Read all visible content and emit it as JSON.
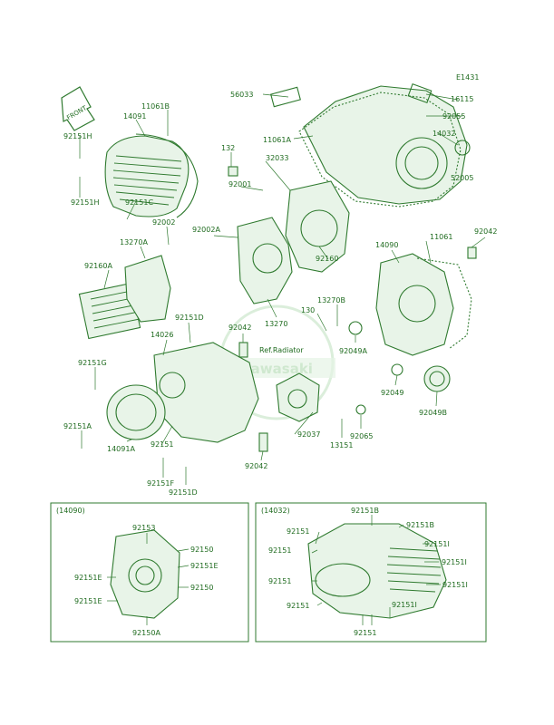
{
  "diagram": {
    "code": "E1431",
    "front_label": "FRONT",
    "ref_label": "Ref.Radiator",
    "watermark_brand": "Kawasaki"
  },
  "labels": [
    {
      "id": "l01",
      "text": "56033"
    },
    {
      "id": "l02",
      "text": "16115"
    },
    {
      "id": "l03",
      "text": "92055"
    },
    {
      "id": "l04",
      "text": "11061B"
    },
    {
      "id": "l05",
      "text": "14091"
    },
    {
      "id": "l06",
      "text": "11061A"
    },
    {
      "id": "l07",
      "text": "14032"
    },
    {
      "id": "l08",
      "text": "92151H"
    },
    {
      "id": "l09",
      "text": "132"
    },
    {
      "id": "l10",
      "text": "32033"
    },
    {
      "id": "l11",
      "text": "52005"
    },
    {
      "id": "l12",
      "text": "92001"
    },
    {
      "id": "l13",
      "text": "92151H"
    },
    {
      "id": "l14",
      "text": "92151C"
    },
    {
      "id": "l15",
      "text": "92002"
    },
    {
      "id": "l16",
      "text": "92002A"
    },
    {
      "id": "l17",
      "text": "92042"
    },
    {
      "id": "l18",
      "text": "13270A"
    },
    {
      "id": "l19",
      "text": "14090"
    },
    {
      "id": "l20",
      "text": "11061"
    },
    {
      "id": "l21",
      "text": "92160A"
    },
    {
      "id": "l22",
      "text": "92160"
    },
    {
      "id": "l23",
      "text": "13270B"
    },
    {
      "id": "l24",
      "text": "13270"
    },
    {
      "id": "l25",
      "text": "130"
    },
    {
      "id": "l26",
      "text": "92151D"
    },
    {
      "id": "l27",
      "text": "92042"
    },
    {
      "id": "l28",
      "text": "92049A"
    },
    {
      "id": "l29",
      "text": "14026"
    },
    {
      "id": "l30",
      "text": "92151G"
    },
    {
      "id": "l31",
      "text": "92049"
    },
    {
      "id": "l32",
      "text": "92049B"
    },
    {
      "id": "l33",
      "text": "92151A"
    },
    {
      "id": "l34",
      "text": "92037"
    },
    {
      "id": "l35",
      "text": "92065"
    },
    {
      "id": "l36",
      "text": "13151"
    },
    {
      "id": "l37",
      "text": "92151"
    },
    {
      "id": "l38",
      "text": "14091A"
    },
    {
      "id": "l39",
      "text": "92042"
    },
    {
      "id": "l40",
      "text": "92151F"
    },
    {
      "id": "l41",
      "text": "92151D"
    }
  ],
  "inset_left": {
    "title": "(14090)",
    "labels": [
      {
        "id": "a1",
        "text": "92153"
      },
      {
        "id": "a2",
        "text": "92150"
      },
      {
        "id": "a3",
        "text": "92151E"
      },
      {
        "id": "a4",
        "text": "92151E"
      },
      {
        "id": "a5",
        "text": "92150"
      },
      {
        "id": "a6",
        "text": "92151E"
      },
      {
        "id": "a7",
        "text": "92150A"
      }
    ]
  },
  "inset_right": {
    "title": "(14032)",
    "labels": [
      {
        "id": "b1",
        "text": "92151B"
      },
      {
        "id": "b2",
        "text": "92151"
      },
      {
        "id": "b3",
        "text": "92151B"
      },
      {
        "id": "b4",
        "text": "92151"
      },
      {
        "id": "b5",
        "text": "92151I"
      },
      {
        "id": "b6",
        "text": "92151"
      },
      {
        "id": "b7",
        "text": "92151I"
      },
      {
        "id": "b8",
        "text": "92151"
      },
      {
        "id": "b9",
        "text": "92151I"
      },
      {
        "id": "b10",
        "text": "92151I"
      },
      {
        "id": "b11",
        "text": "92151"
      }
    ]
  }
}
